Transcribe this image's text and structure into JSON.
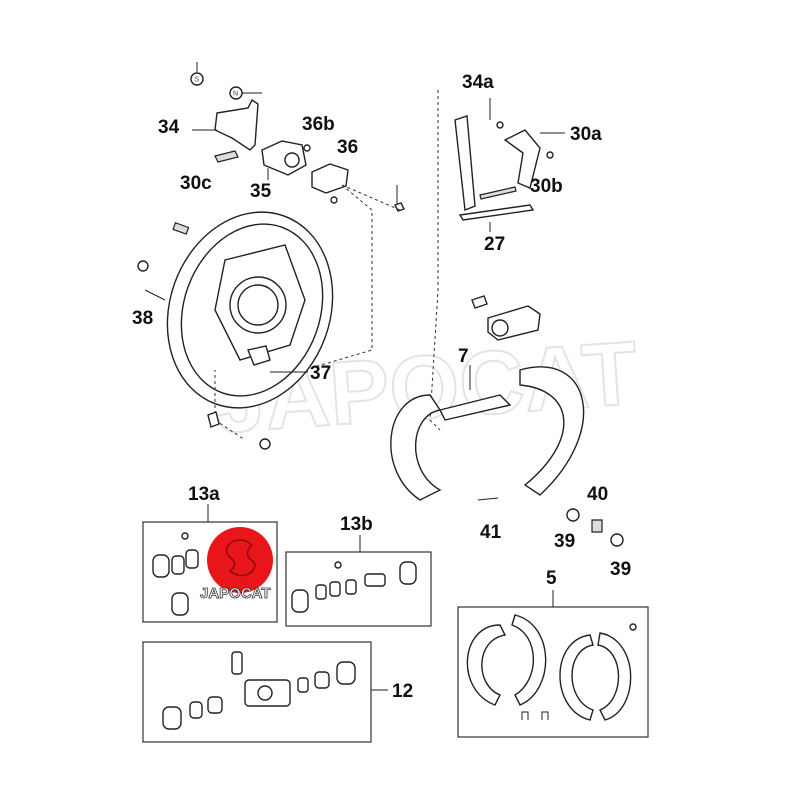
{
  "diagram": {
    "labels": {
      "l34": "34",
      "l30c": "30c",
      "l35": "35",
      "l36b": "36b",
      "l36": "36",
      "l34a": "34a",
      "l30a": "30a",
      "l30b": "30b",
      "l27": "27",
      "l38": "38",
      "l37": "37",
      "l7": "7",
      "l40": "40",
      "l41": "41",
      "l39a": "39",
      "l39b": "39",
      "l13a": "13a",
      "l13b": "13b",
      "l5": "5",
      "l12": "12"
    },
    "markers": {
      "s": "S",
      "n": "N"
    },
    "watermark": "JAPOCAT",
    "logo": {
      "text": "JAPOCAT",
      "color": "#e8151b"
    }
  }
}
